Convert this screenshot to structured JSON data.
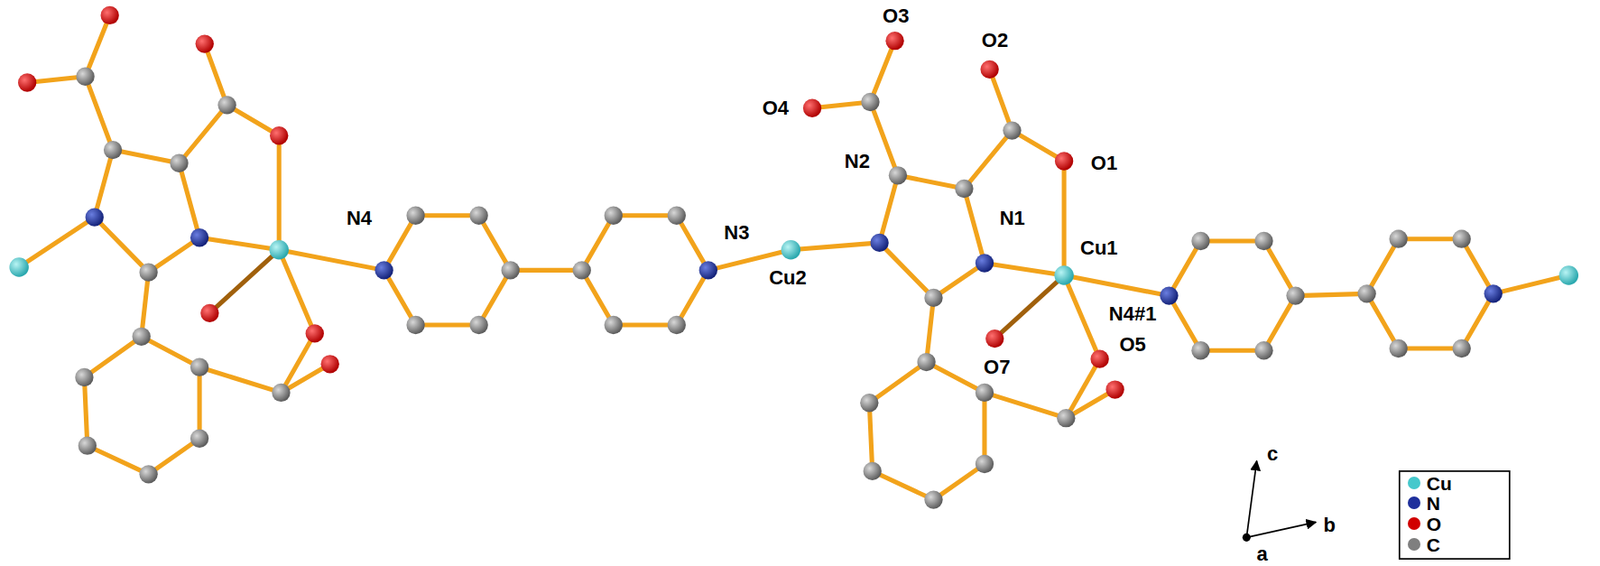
{
  "diagram": {
    "labels": [
      "O3",
      "O2",
      "O4",
      "O1",
      "N2",
      "N1",
      "N3",
      "Cu2",
      "Cu1",
      "N4",
      "N4#1",
      "O7",
      "O5",
      "c",
      "b",
      "a"
    ],
    "legend": [
      {
        "text": "Cu",
        "color": "#45c8cc"
      },
      {
        "text": "N",
        "color": "#1e2f9c"
      },
      {
        "text": "O",
        "color": "#d10000"
      },
      {
        "text": "C",
        "color": "#7f7f7f"
      }
    ]
  }
}
